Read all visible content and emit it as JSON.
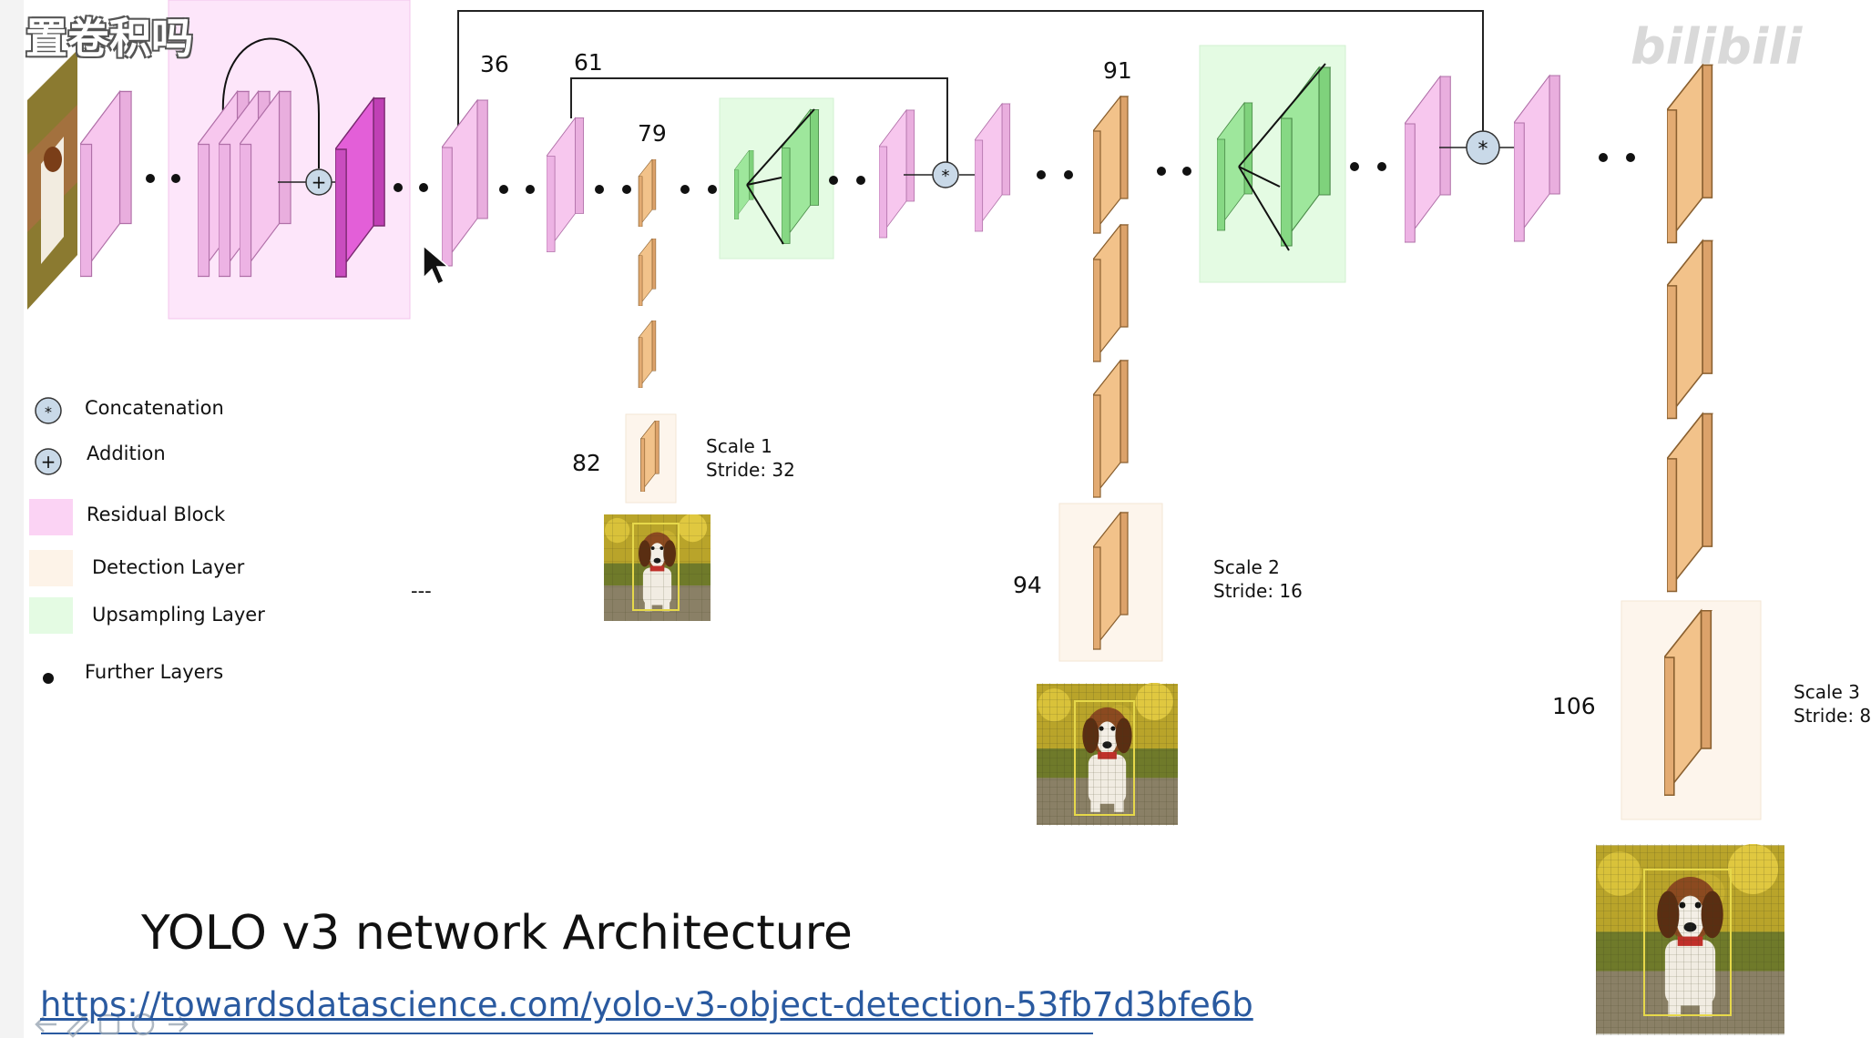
{
  "overlay": {
    "caption_top_left": "置卷积吗",
    "watermark": "bilibili"
  },
  "layer_numbers": {
    "l36": "36",
    "l61": "61",
    "l79": "79",
    "l91": "91",
    "l82": "82",
    "l94": "94",
    "l106": "106"
  },
  "legend": {
    "concatenation": "Concatenation",
    "addition": "Addition",
    "residual_block": "Residual Block",
    "detection_layer": "Detection Layer",
    "upsampling_layer": "Upsampling Layer",
    "further_layers": "Further Layers"
  },
  "scales": [
    {
      "name": "Scale 1",
      "stride": "Stride: 32"
    },
    {
      "name": "Scale 2",
      "stride": "Stride: 16"
    },
    {
      "name": "Scale 3",
      "stride": "Stride: 8"
    }
  ],
  "dashes": "---",
  "title": "YOLO v3 network Architecture",
  "link": "https://towardsdatascience.com/yolo-v3-object-detection-53fb7d3bfe6b",
  "colors": {
    "residual_pink": "#f7c7ee",
    "residual_bg": "#fde6fa",
    "magenta_layer": "#e35fd8",
    "detection_orange": "#f2c28a",
    "detection_bg": "#fdf5ec",
    "upsampling_green": "#9ee79c",
    "upsampling_bg": "#e4fbe3",
    "op_circle": "#c9d9e8"
  }
}
